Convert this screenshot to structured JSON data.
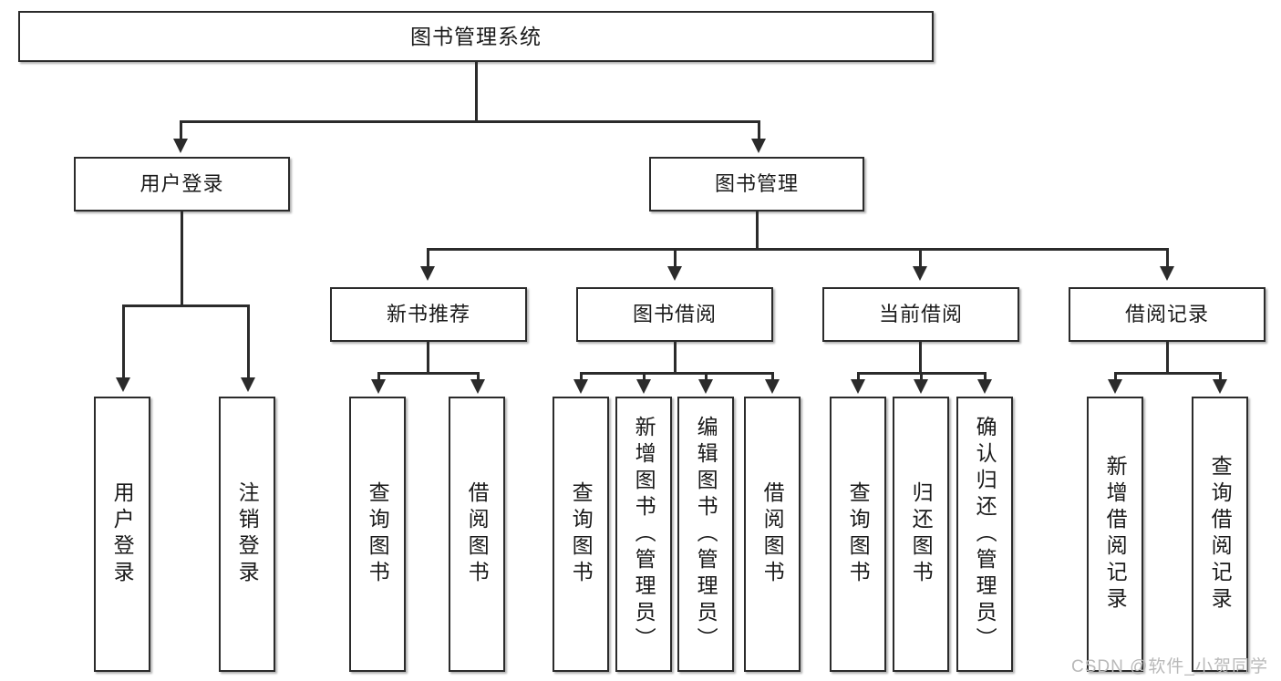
{
  "diagram": {
    "type": "hierarchy-tree",
    "title": "图书管理系统",
    "root": {
      "label": "图书管理系统"
    },
    "level2": [
      {
        "label": "用户登录"
      },
      {
        "label": "图书管理"
      }
    ],
    "level3": [
      {
        "label": "新书推荐"
      },
      {
        "label": "图书借阅"
      },
      {
        "label": "当前借阅"
      },
      {
        "label": "借阅记录"
      }
    ],
    "leaves": {
      "user_login": [
        {
          "label": "用户登录"
        },
        {
          "label": "注销登录"
        }
      ],
      "new_book_recommend": [
        {
          "label": "查询图书"
        },
        {
          "label": "借阅图书"
        }
      ],
      "book_borrow": [
        {
          "label": "查询图书"
        },
        {
          "label": "新增图书（管理员）"
        },
        {
          "label": "编辑图书（管理员）"
        },
        {
          "label": "借阅图书"
        }
      ],
      "current_borrow": [
        {
          "label": "查询图书"
        },
        {
          "label": "归还图书"
        },
        {
          "label": "确认归还（管理员）"
        }
      ],
      "borrow_record": [
        {
          "label": "新增借阅记录"
        },
        {
          "label": "查询借阅记录"
        }
      ]
    }
  },
  "watermark": {
    "text": "CSDN @软件_小贺同学"
  },
  "colors": {
    "stroke": "#2b2b2b",
    "fill": "#ffffff",
    "text": "#1a1a1a",
    "watermark": "#b9b9b9"
  }
}
